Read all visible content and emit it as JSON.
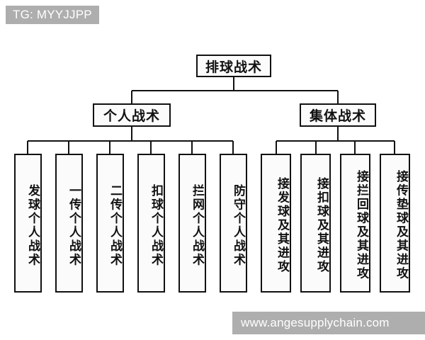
{
  "watermarks": {
    "top_left": "TG: MYYJJPP",
    "bottom_right": "www.angesupplychain.com"
  },
  "diagram": {
    "type": "tree",
    "orientation": "top-down",
    "title": "排球战术",
    "root": {
      "label": "排球战术"
    },
    "level2": [
      {
        "label": "个人战术"
      },
      {
        "label": "集体战术"
      }
    ],
    "leaves_individual": [
      {
        "label": "发球个人战术"
      },
      {
        "label": "一传个人战术"
      },
      {
        "label": "二传个人战术"
      },
      {
        "label": "扣球个人战术"
      },
      {
        "label": "拦网个人战术"
      },
      {
        "label": "防守个人战术"
      }
    ],
    "leaves_team": [
      {
        "label": "接发球及其进攻"
      },
      {
        "label": "接扣球及其进攻"
      },
      {
        "label": "接拦回球及其进攻"
      },
      {
        "label": "接传垫球及其进攻"
      }
    ],
    "colors": {
      "line": "#111111",
      "box_border": "#111111",
      "box_fill": "#fbfbfb",
      "background": "#ffffff",
      "watermark_bg": "#aeaeae",
      "watermark_text": "#ffffff"
    }
  }
}
